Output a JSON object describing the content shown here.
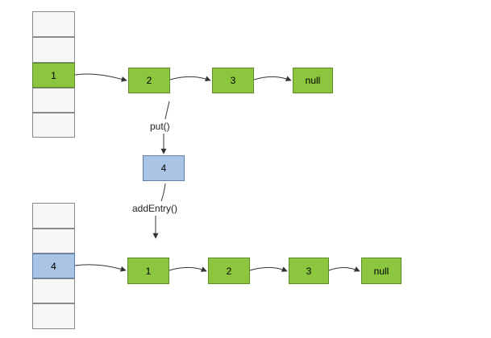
{
  "top_table": {
    "cells": [
      "",
      "",
      "1",
      "",
      "",
      ""
    ]
  },
  "top_chain": [
    "2",
    "3",
    "null"
  ],
  "put_label": "put()",
  "new_entry": "4",
  "add_label": "addEntry()",
  "bottom_table": {
    "cells": [
      "",
      "",
      "4",
      "",
      "",
      ""
    ]
  },
  "bottom_chain": [
    "1",
    "2",
    "3",
    "null"
  ],
  "colors": {
    "node": "#8cc63f",
    "new_node": "#a9c4e4",
    "empty_cell": "#f7f7f7",
    "arrow": "#333333"
  }
}
